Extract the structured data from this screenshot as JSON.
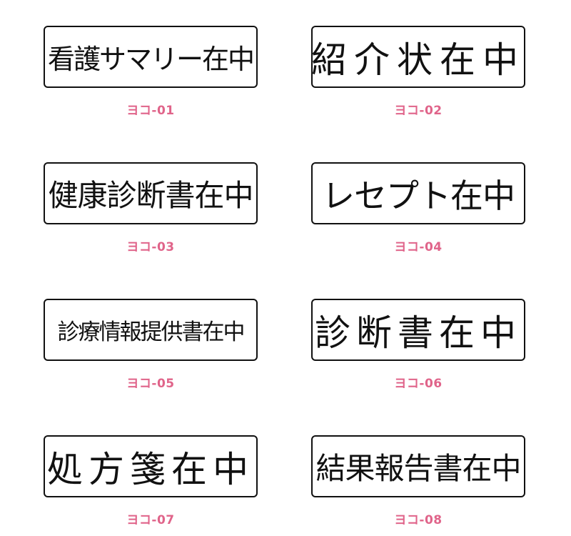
{
  "stamps": [
    {
      "text": "看護サマリー在中",
      "code": "ヨコ-01"
    },
    {
      "text": "紹介状在中",
      "code": "ヨコ-02"
    },
    {
      "text": "健康診断書在中",
      "code": "ヨコ-03"
    },
    {
      "text": "レセプト在中",
      "code": "ヨコ-04"
    },
    {
      "text": "診療情報提供書在中",
      "code": "ヨコ-05"
    },
    {
      "text": "診断書在中",
      "code": "ヨコ-06"
    },
    {
      "text": "処方箋在中",
      "code": "ヨコ-07"
    },
    {
      "text": "結果報告書在中",
      "code": "ヨコ-08"
    }
  ],
  "colors": {
    "label": "#e0648a",
    "border": "#111111",
    "text": "#111111"
  }
}
